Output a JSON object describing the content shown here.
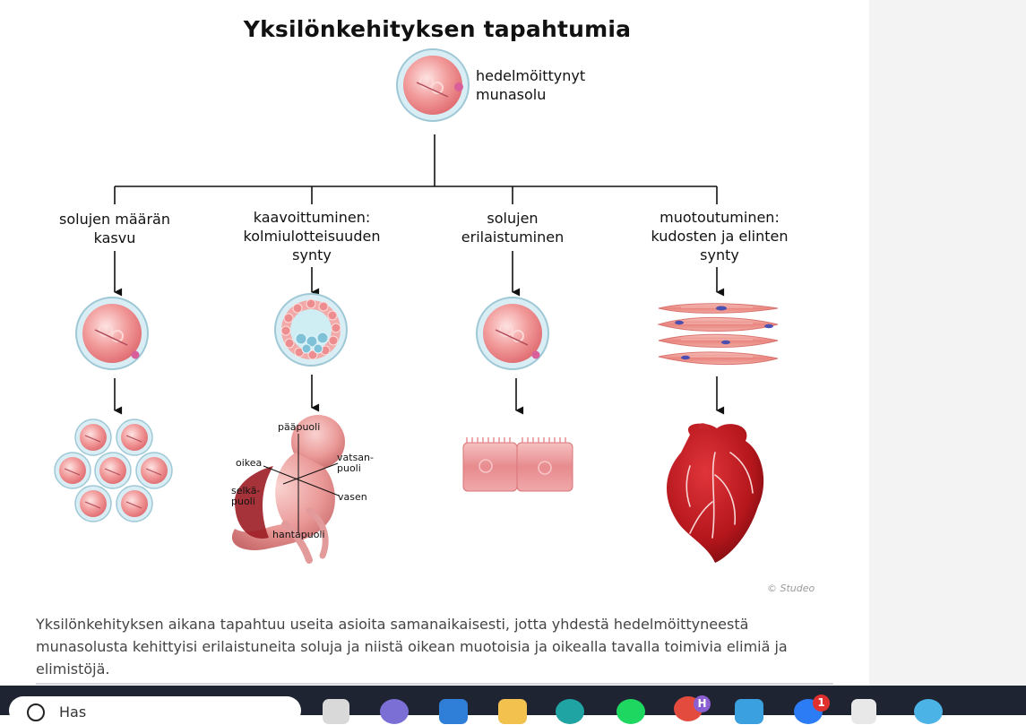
{
  "title": "Yksilönkehityksen tapahtumia",
  "top_label": [
    "hedelmöittynyt",
    "munasolu"
  ],
  "branches": [
    {
      "label": [
        "solujen määrän",
        "kasvu"
      ]
    },
    {
      "label": [
        "kaavoittuminen:",
        "kolmiulotteisuuden",
        "synty"
      ]
    },
    {
      "label": [
        "solujen",
        "erilaistuminen"
      ]
    },
    {
      "label": [
        "muotoutuminen:",
        "kudosten ja elinten",
        "synty"
      ]
    }
  ],
  "embryo_labels": {
    "top": "pääpuoli",
    "right": "oikea",
    "front": [
      "vatsan-",
      "puoli"
    ],
    "back": [
      "selkä-",
      "puoli"
    ],
    "left": "vasen",
    "tail": "hantapuoli"
  },
  "credit": "© Studeo",
  "caption": "Yksilönkehityksen aikana tapahtuu useita asioita samanaikaisesti, jotta yhdestä hedelmöittyneestä munasolusta kehittyisi erilaistuneita soluja ja niistä oikean muotoisia ja oikealla tavalla toimivia elimiä ja elimistöjä.",
  "taskbar": {
    "search_text": "Has",
    "badges": {
      "profile_letter": "H",
      "notification_count": "1"
    }
  },
  "colors": {
    "cell_pink": "#ef8f8f",
    "cell_ring": "#b9dbe6",
    "heart_red": "#b3161c",
    "taskbar": "#1f2433"
  }
}
